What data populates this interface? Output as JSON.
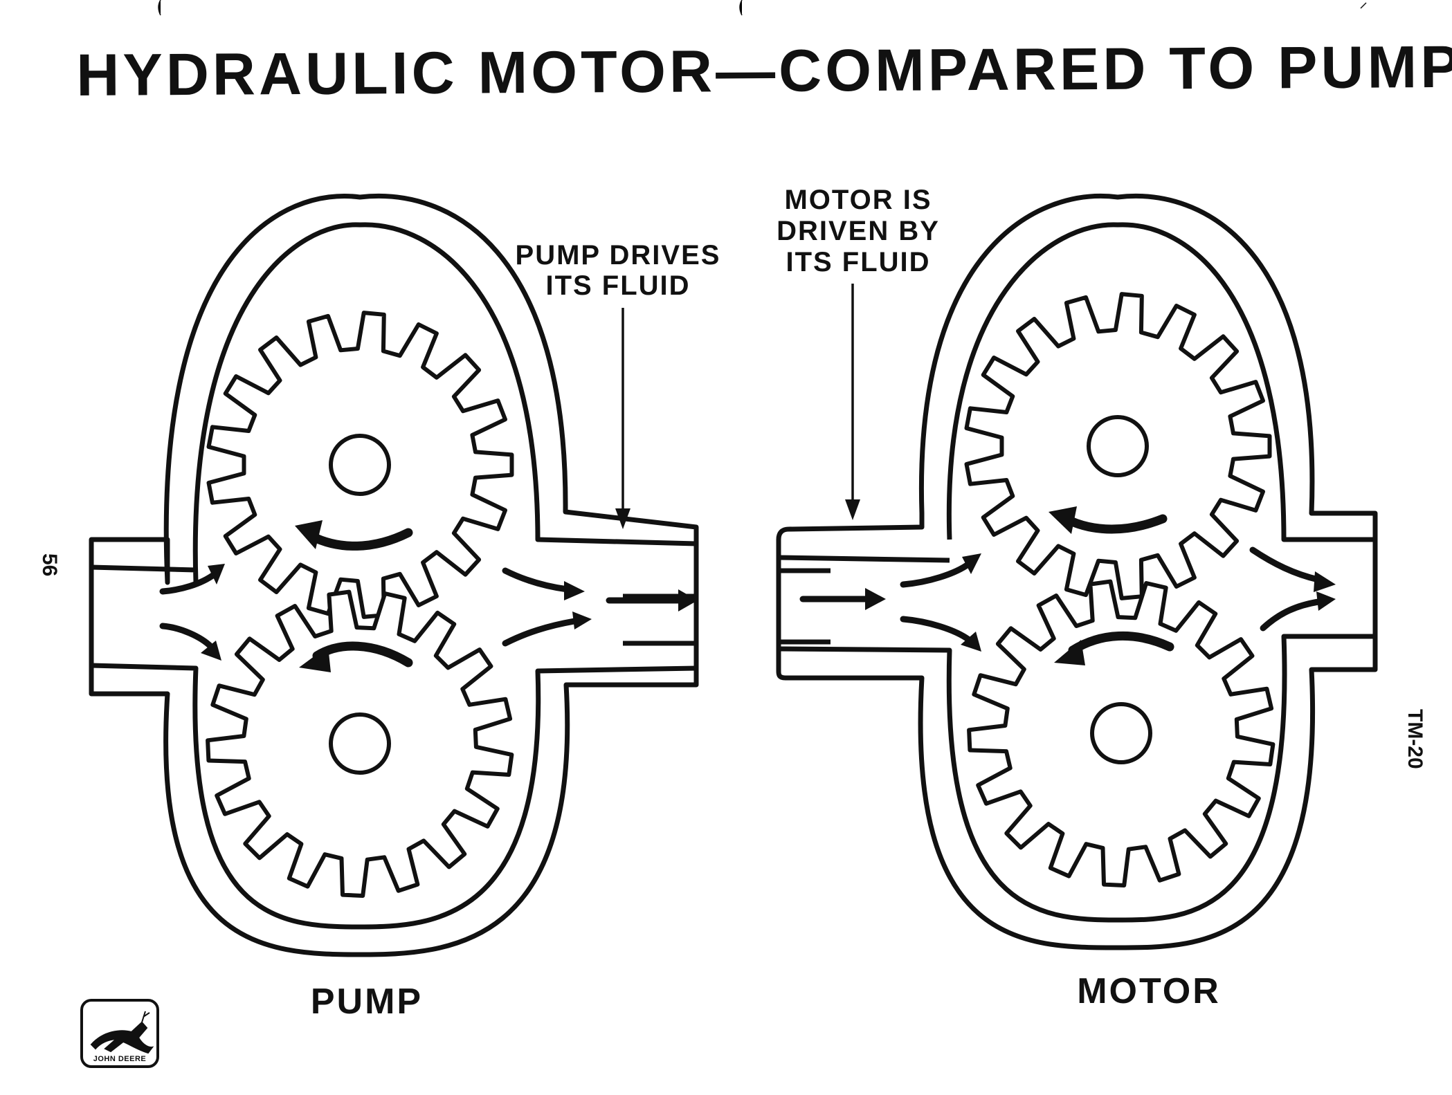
{
  "title": "HYDRAULIC MOTOR—COMPARED TO PUMP",
  "labels": {
    "pump": "PUMP",
    "motor": "MOTOR",
    "pump_callout": [
      "PUMP DRIVES",
      "ITS FLUID"
    ],
    "motor_callout": [
      "MOTOR IS",
      "DRIVEN BY",
      "ITS FLUID"
    ]
  },
  "page_number": "56",
  "code": "TM-20",
  "logo_text": "JOHN DEERE",
  "icons": [
    "deere-logo-icon",
    "flow-arrow-icon",
    "rotation-arrow-icon"
  ],
  "colors": {
    "ink": "#111111",
    "paper": "#ffffff"
  }
}
